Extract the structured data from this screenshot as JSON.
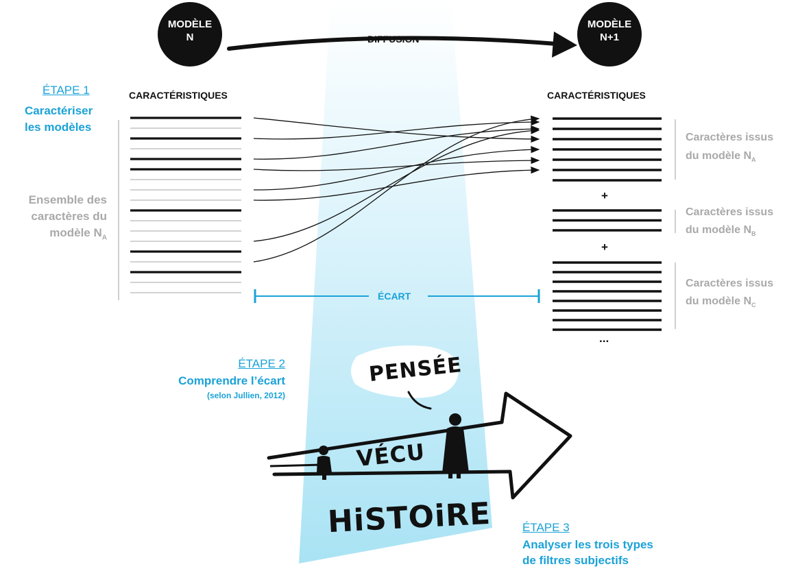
{
  "top": {
    "node_left": [
      "MODÈLE",
      "N"
    ],
    "node_right": [
      "MODÈLE",
      "N+1"
    ],
    "diffusion": "DIFFUSION"
  },
  "step1": {
    "label": "ÉTAPE 1",
    "text_line1": "Caractériser",
    "text_line2": "les modèles"
  },
  "left": {
    "heading": "CARACTÉRISTIQUES",
    "ensemble_line1": "Ensemble des",
    "ensemble_line2": "caractères du",
    "ensemble_line3": "modèle N",
    "ensemble_sub": "A"
  },
  "right": {
    "heading": "CARACTÉRISTIQUES",
    "groups": [
      {
        "line1": "Caractères issus",
        "line2": "du modèle N",
        "sub": "A"
      },
      {
        "line1": "Caractères issus",
        "line2": "du modèle N",
        "sub": "B"
      },
      {
        "line1": "Caractères issus",
        "line2": "du modèle N",
        "sub": "C"
      }
    ],
    "plus": "+",
    "ellipsis": "..."
  },
  "ecart": "ÉCART",
  "step2": {
    "label": "ÉTAPE 2",
    "text": "Comprendre l’écart",
    "note": "(selon Jullien, 2012)"
  },
  "sketch": {
    "pensee": "PENSÉE",
    "vecu": "VÉCU",
    "histoire": "HiSTOiRE"
  },
  "step3": {
    "label": "ÉTAPE 3",
    "text_line1": "Analyser les trois types",
    "text_line2": "de filtres subjectifs"
  },
  "colors": {
    "accent": "#1aa2d8",
    "muted": "#a9a9a9",
    "ink": "#111111",
    "beam_top": "#ffffff",
    "beam_bottom": "#a9e3f4"
  }
}
